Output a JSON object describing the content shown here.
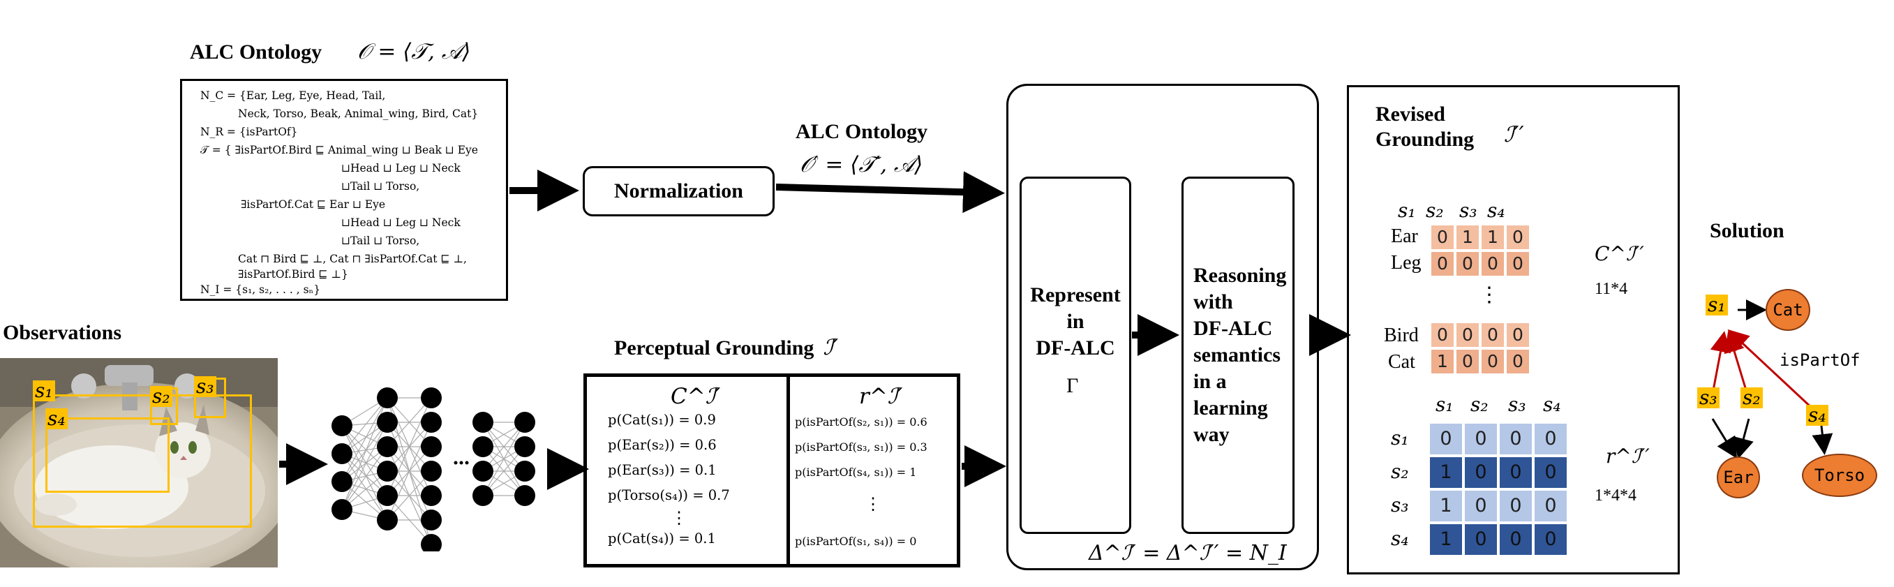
{
  "ontology": {
    "title": "ALC Ontology",
    "formula": "𝒪 = ⟨𝒯, 𝒜⟩",
    "lines": [
      "N_C = {Ear, Leg, Eye, Head, Tail,",
      "Neck, Torso, Beak, Animal_wing, Bird, Cat}",
      "N_R = {isPartOf}",
      "𝒯 = { ∃isPartOf.Bird ⊑ Animal_wing ⊔ Beak ⊔ Eye",
      "⊔Head ⊔ Leg ⊔ Neck",
      "⊔Tail ⊔ Torso,",
      "∃isPartOf.Cat ⊑ Ear ⊔ Eye",
      "⊔Head ⊔ Leg ⊔ Neck",
      "⊔Tail ⊔ Torso,",
      "Cat ⊓ Bird ⊑ ⊥, Cat ⊓ ∃isPartOf.Cat ⊑ ⊥,",
      "∃isPartOf.Bird ⊑ ⊥}",
      "N_I = {s₁, s₂, . . . , sₙ}"
    ]
  },
  "normalization": {
    "label": "Normalization"
  },
  "ontology2": {
    "title": "ALC Ontology",
    "formula": "𝒪′ = ⟨𝒯′, 𝒜⟩"
  },
  "observations": {
    "title": "Observations",
    "tags": [
      "s₁",
      "s₂",
      "s₃",
      "s₄"
    ]
  },
  "grounding": {
    "title": "Perceptual Grounding",
    "title_math": "ℐ′",
    "concept_header": "C^ℐ′",
    "role_header": "r^ℐ′",
    "concept_probs": [
      "p(Cat(s₁)) = 0.9",
      "p(Ear(s₂)) = 0.6",
      "p(Ear(s₃)) = 0.1",
      "p(Torso(s₄)) = 0.7",
      "⋮",
      "p(Cat(s₄)) = 0.1"
    ],
    "role_probs": [
      "p(isPartOf(s₂, s₁)) = 0.6",
      "p(isPartOf(s₃, s₁)) = 0.3",
      "p(isPartOf(s₄, s₁)) = 1",
      "⋮",
      "p(isPartOf(s₁, s₄)) = 0"
    ]
  },
  "dfalc": {
    "represent": [
      "Represent",
      "in",
      "DF-ALC"
    ],
    "gamma": "Γ",
    "reasoning": [
      "Reasoning",
      "with",
      "DF-ALC",
      "semantics",
      "in a",
      "learning",
      "way"
    ],
    "domain_eq": "Δ^ℐ′ = Δ^ℐ′′ = N_I"
  },
  "revised": {
    "title_line1": "Revised",
    "title_line2": "Grounding",
    "title_math": "ℐ′′",
    "concept_cols": [
      "s₁",
      "s₂",
      "s₃",
      "s₄"
    ],
    "concept_rows": [
      {
        "label": "Ear",
        "values": [
          "0",
          "1",
          "1",
          "0"
        ]
      },
      {
        "label": "Leg",
        "values": [
          "0",
          "0",
          "0",
          "0"
        ]
      },
      {
        "label": "Bird",
        "values": [
          "0",
          "0",
          "0",
          "0"
        ]
      },
      {
        "label": "Cat",
        "values": [
          "1",
          "0",
          "0",
          "0"
        ]
      }
    ],
    "concept_ellipsis": "⋮",
    "concept_symbol": "C^ℐ′′",
    "concept_dims": "11*4",
    "role_cols": [
      "s₁",
      "s₂",
      "s₃",
      "s₄"
    ],
    "role_rows": [
      {
        "label": "s₁",
        "values": [
          "0",
          "0",
          "0",
          "0"
        ]
      },
      {
        "label": "s₂",
        "values": [
          "1",
          "0",
          "0",
          "0"
        ]
      },
      {
        "label": "s₃",
        "values": [
          "1",
          "0",
          "0",
          "0"
        ]
      },
      {
        "label": "s₄",
        "values": [
          "1",
          "0",
          "0",
          "0"
        ]
      }
    ],
    "role_symbol": "r^ℐ′′",
    "role_dims": "1*4*4"
  },
  "solution": {
    "title": "Solution",
    "nodes": {
      "cat": "Cat",
      "ear": "Ear",
      "torso": "Torso"
    },
    "tags": [
      "s₁",
      "s₃",
      "s₂",
      "s₄"
    ],
    "relation": "isPartOf",
    "colors": {
      "node": "#ed7d31",
      "tag": "#ffc000",
      "edge_red": "#c00000"
    }
  }
}
